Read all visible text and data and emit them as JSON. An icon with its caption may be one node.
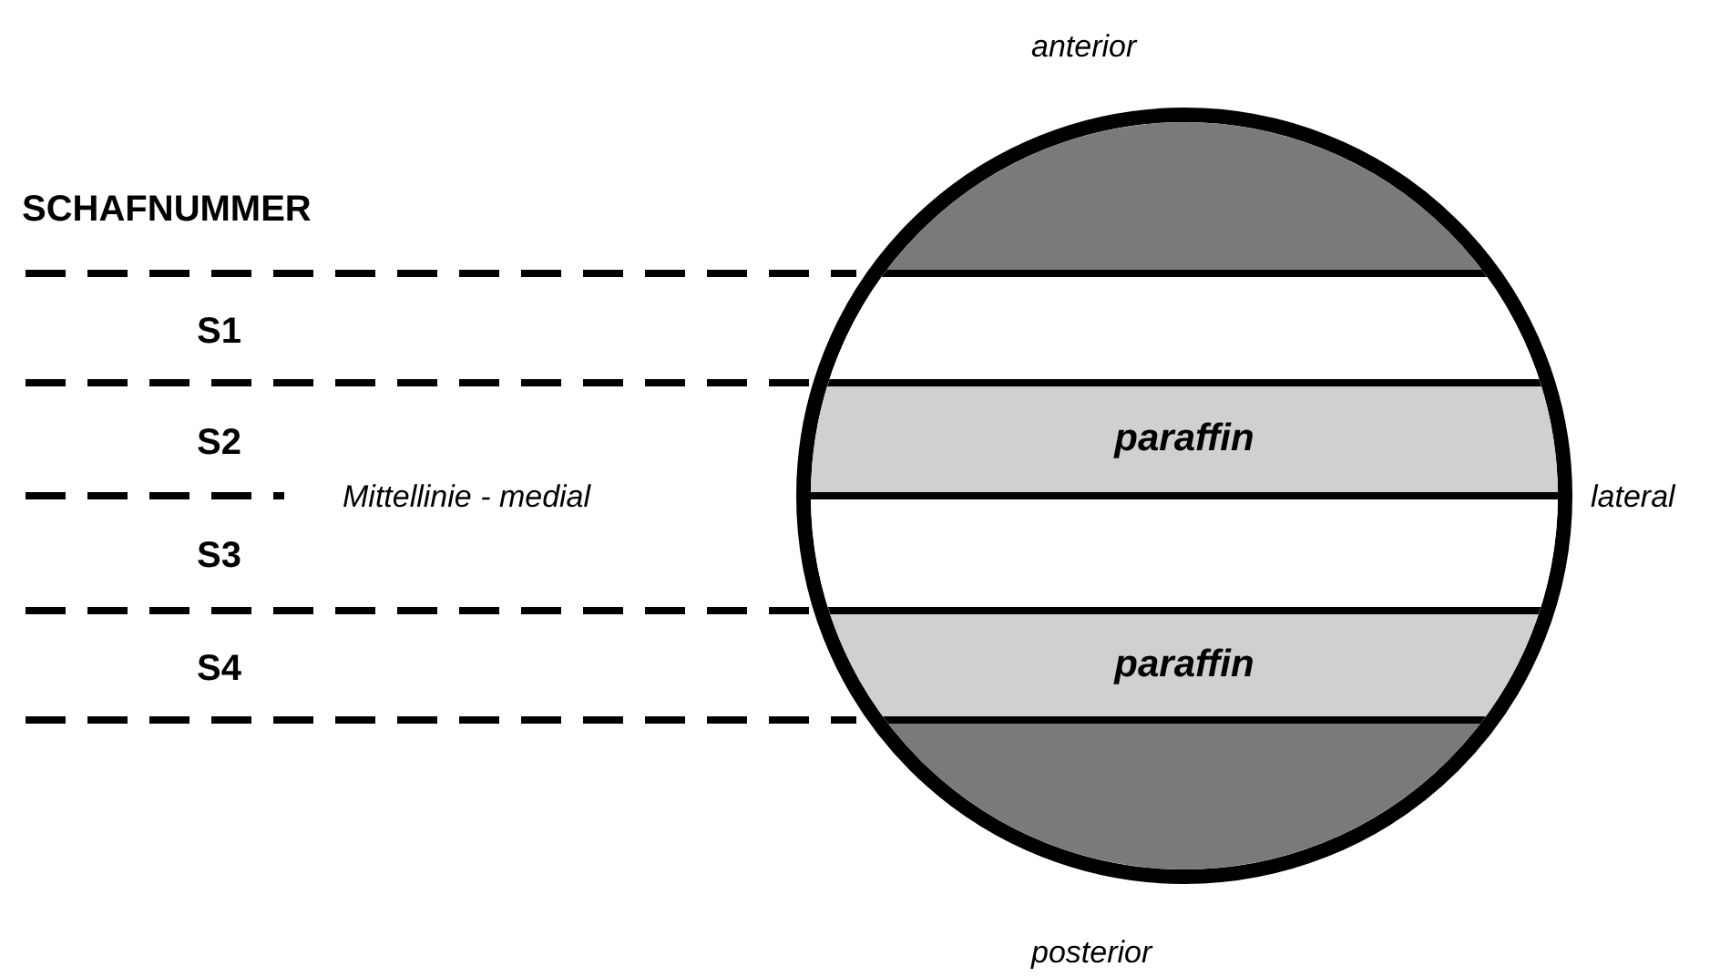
{
  "diagram": {
    "nodes": [
      {
        "text": [],
        "shape": "band"
      },
      {
        "text": [],
        "shape": "band"
      },
      {
        "text": [
          "paraffin"
        ]
      },
      {
        "text": [],
        "shape": "band"
      },
      {
        "text": [
          "paraffin"
        ]
      },
      {
        "text": [],
        "shape": "band"
      }
    ],
    "labels": [
      "anterior",
      "SCHAFNUMMER",
      "S1",
      "S2",
      "Mittellinie - medial",
      "lateral",
      "S3",
      "S4",
      "posterior"
    ]
  }
}
